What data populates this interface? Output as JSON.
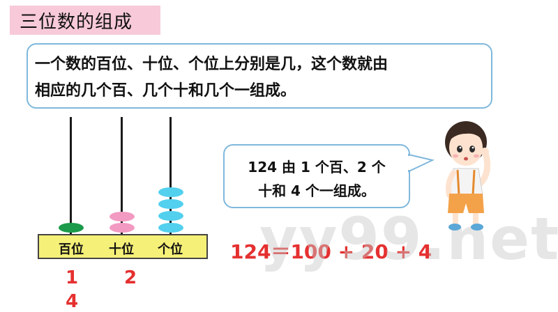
{
  "title": "三位数的组成",
  "rule": {
    "line1": "一个数的百位、十位、个位上分别是几，这个数就由",
    "line2": "相应的几个百、几个十和几个一组成。"
  },
  "speech": {
    "line1": "124 由 1 个百、2 个",
    "line2": "十和 4 个一组成。"
  },
  "abacus": {
    "labels": [
      "百位",
      "十位",
      "个位"
    ],
    "bead_counts": [
      1,
      2,
      4
    ],
    "colors": {
      "hundreds": "#1a9a4a",
      "tens": "#f29ac2",
      "ones": "#52d0ee"
    }
  },
  "digits": [
    "1",
    "2",
    "4"
  ],
  "equation": "124＝100 + 20 + 4",
  "watermark": "yy99.net"
}
